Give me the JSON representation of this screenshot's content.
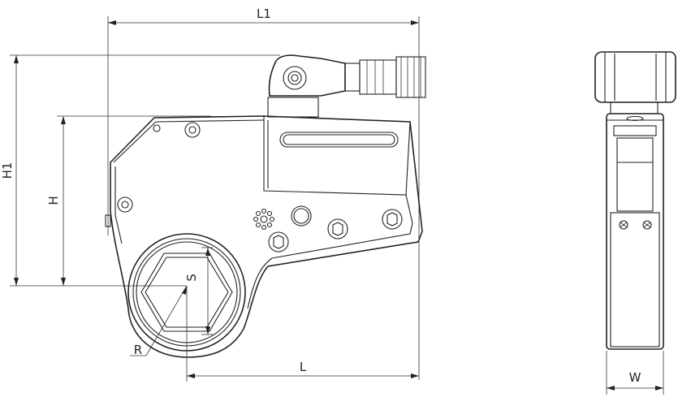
{
  "dimensions": {
    "l1": "L1",
    "h1": "H1",
    "h": "H",
    "s": "S",
    "r": "R",
    "l": "L",
    "w": "W"
  },
  "colors": {
    "line": "#222222",
    "background": "#ffffff"
  }
}
